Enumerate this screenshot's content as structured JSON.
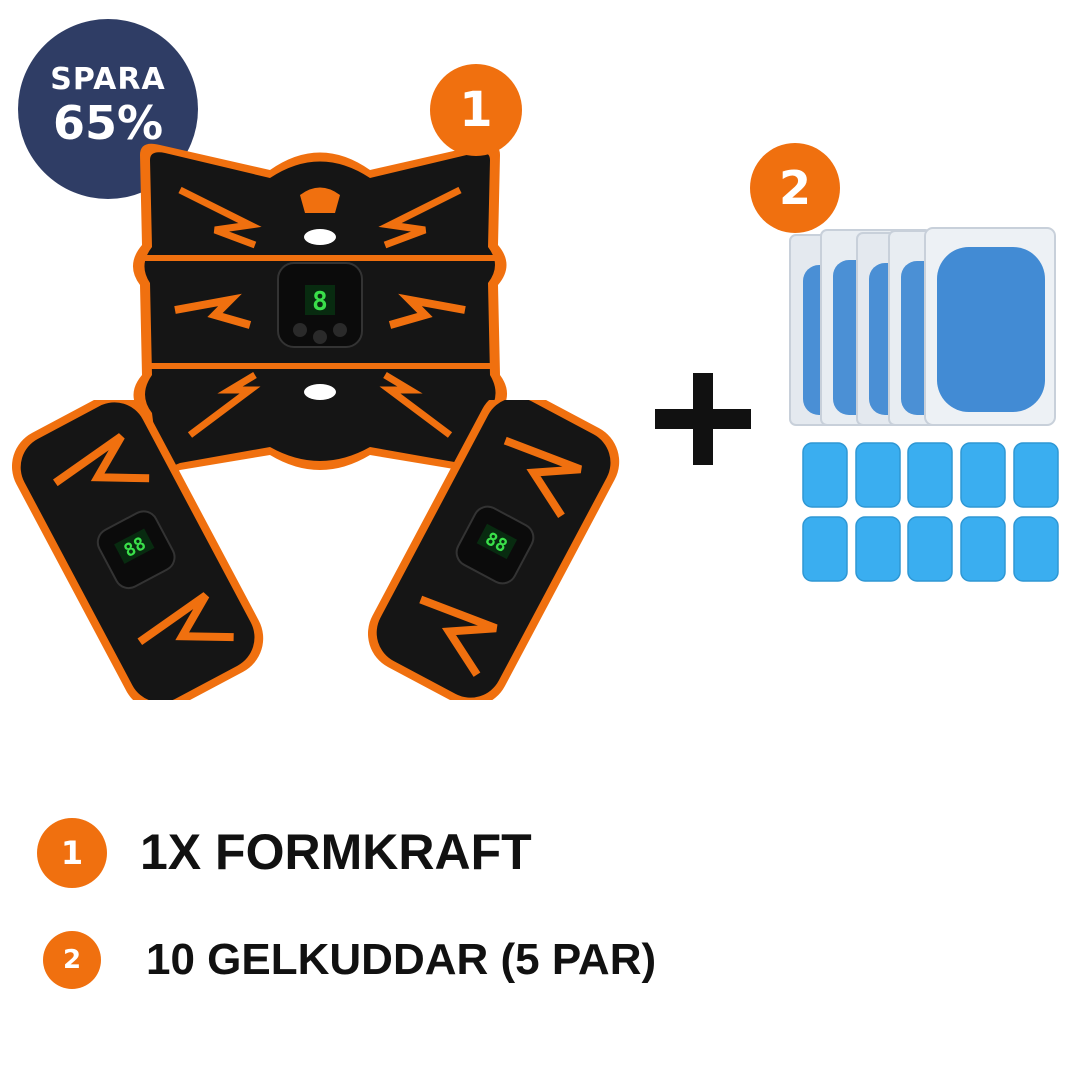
{
  "badge": {
    "line1": "SPARA",
    "line2": "65%"
  },
  "markers": {
    "one": "1",
    "two": "2"
  },
  "items": [
    {
      "number": "1",
      "label": "1X FORMKRAFT"
    },
    {
      "number": "2",
      "label": "10 GELKUDDAR (5 PAR)"
    }
  ],
  "colors": {
    "accent_orange": "#f0700f",
    "badge_navy": "#2f3d65",
    "gel_blue": "#3aaef0",
    "device_black": "#151515"
  },
  "device_display": {
    "main_digit": "8",
    "arm_digits": "88"
  }
}
